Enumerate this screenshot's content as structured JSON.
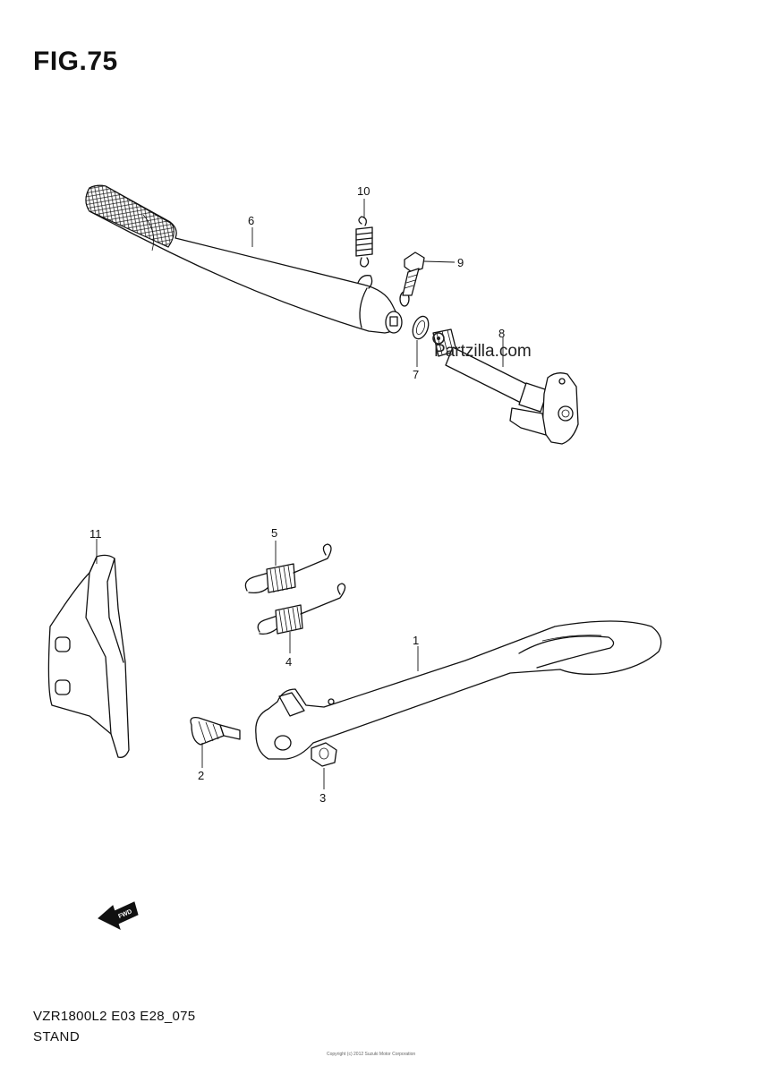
{
  "figure": {
    "title": "FIG.75",
    "model_code": "VZR1800L2 E03 E28_075",
    "section_name": "STAND",
    "copyright": "Copyright (c) 2012 Suzuki Motor Corporation"
  },
  "watermark": {
    "text": "Partzilla.com"
  },
  "direction_arrow": {
    "label": "FWD"
  },
  "callouts": [
    {
      "number": "1"
    },
    {
      "number": "2"
    },
    {
      "number": "3"
    },
    {
      "number": "4"
    },
    {
      "number": "5"
    },
    {
      "number": "6"
    },
    {
      "number": "7"
    },
    {
      "number": "8"
    },
    {
      "number": "9"
    },
    {
      "number": "10"
    },
    {
      "number": "11"
    }
  ]
}
